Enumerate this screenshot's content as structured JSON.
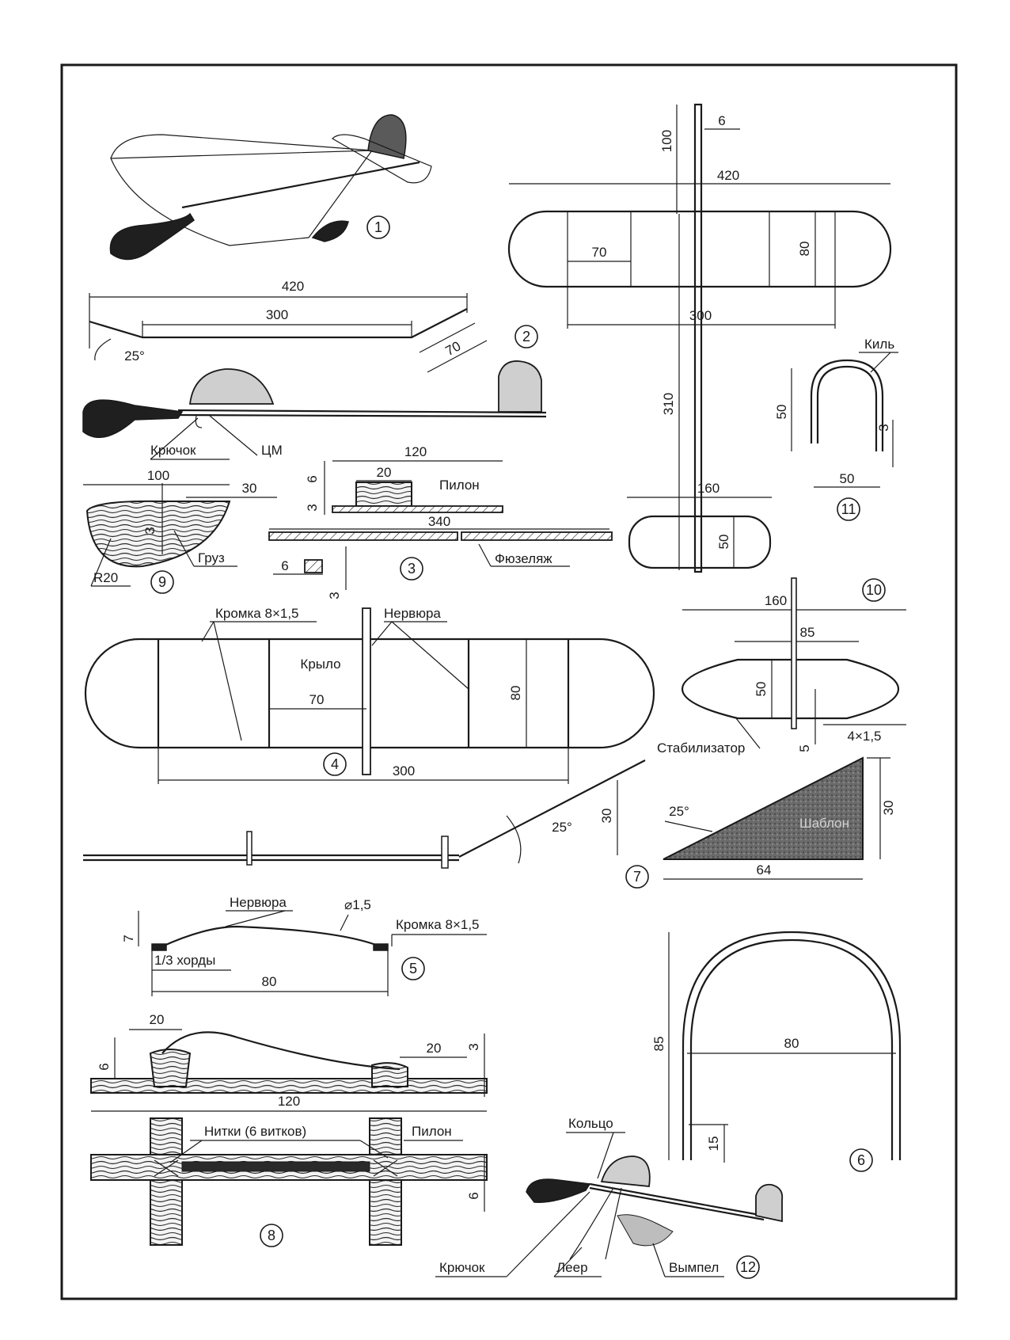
{
  "labels": {
    "hook": "Крючок",
    "cg": "ЦМ",
    "pylon": "Пилон",
    "fuselage": "Фюзеляж",
    "ballast": "Груз",
    "edge": "Кромка 8×1,5",
    "rib": "Нервюра",
    "wing": "Крыло",
    "fin": "Киль",
    "stabilizer": "Стабилизатор",
    "template": "Шаблон",
    "threads": "Нитки (6 витков)",
    "third_chord": "1/3 хорды",
    "diameter": "⌀1,5",
    "ring": "Кольцо",
    "line": "Леер",
    "pennant": "Вымпел",
    "radius": "R20"
  },
  "dims": {
    "wingspan": "420",
    "center_section": "300",
    "tip_panel": "70",
    "dihedral": "25°",
    "pylon_len": "120",
    "pylon_20": "20",
    "pylon_h6": "6",
    "pylon_h3": "3",
    "fuselage_len": "340",
    "fus_w6": "6",
    "fus_h3": "3",
    "ballast_len": "100",
    "ballast_30": "30",
    "ballast_3": "3",
    "top_fus_w": "6",
    "top_nose": "100",
    "top_span": "420",
    "top_bay": "70",
    "top_chord": "80",
    "top_center": "300",
    "top_tail": "310",
    "top_stab_span": "160",
    "top_stab_chord": "50",
    "fin_h": "50",
    "fin_w": "50",
    "fin_3": "3",
    "wing_bay": "70",
    "wing_chord": "80",
    "wing_center": "300",
    "stab_span": "160",
    "stab_85": "85",
    "stab_chord": "50",
    "stab_5": "5",
    "stab_strip": "4×1,5",
    "tmpl_angle": "25°",
    "tmpl_h": "30",
    "tmpl_w": "64",
    "side_h": "30",
    "side_angle": "25°",
    "rib_h": "7",
    "rib_chord": "80",
    "mount_20a": "20",
    "mount_6": "6",
    "mount_20b": "20",
    "mount_3": "3",
    "mount_120": "120",
    "mount_6b": "6",
    "tip_h": "85",
    "tip_w": "80",
    "tip_15": "15"
  },
  "figures": [
    "1",
    "2",
    "3",
    "4",
    "5",
    "6",
    "7",
    "8",
    "9",
    "10",
    "11",
    "12"
  ],
  "colors": {
    "ink": "#1a1a1a",
    "paper": "#ffffff",
    "shade": "#5a5a5a"
  }
}
